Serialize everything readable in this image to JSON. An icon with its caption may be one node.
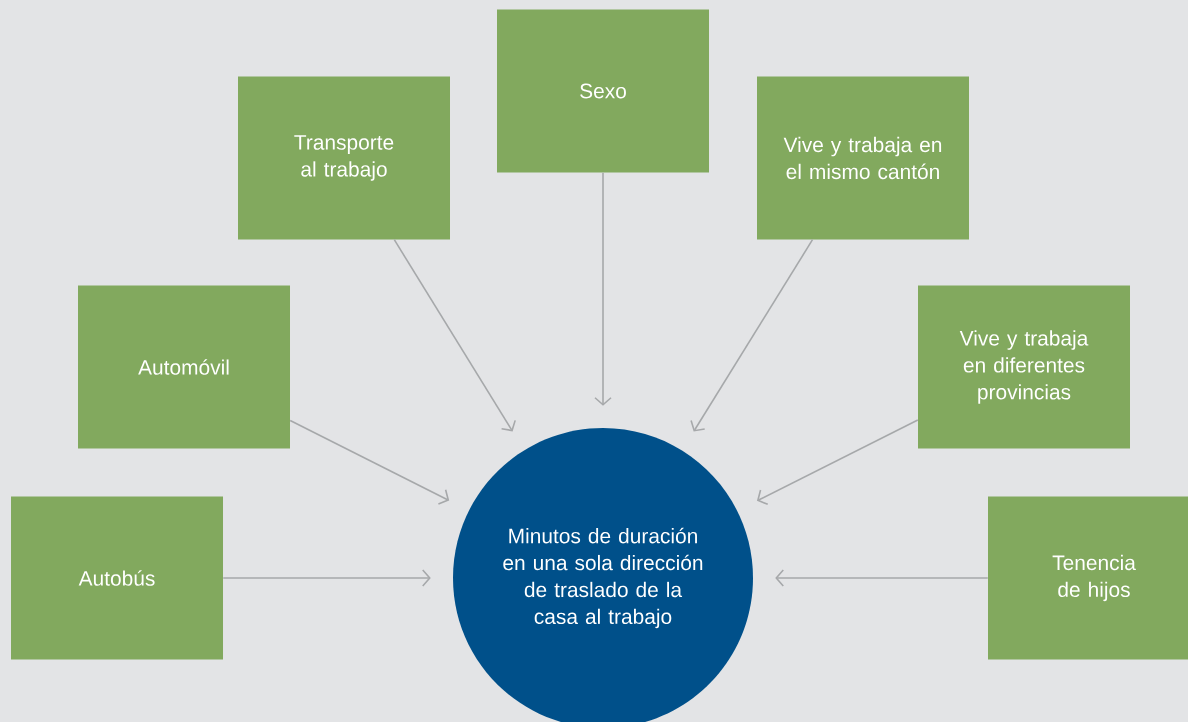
{
  "diagram": {
    "nodes": [
      {
        "text": [
          "Minutos de duración en una sola dirección de traslado de la casa al trabajo"
        ]
      },
      {
        "text": [
          "Sexo"
        ]
      },
      {
        "text": [
          "Transporte al trabajo"
        ]
      },
      {
        "text": [
          "Vive y trabaja en el mismo cantón"
        ]
      },
      {
        "text": [
          "Automóvil"
        ]
      },
      {
        "text": [
          "Vive y trabaja en diferentes provincias"
        ]
      },
      {
        "text": [
          "Autobús"
        ]
      },
      {
        "text": [
          "Tenencia de hijos"
        ]
      }
    ],
    "edges": [
      {
        "from": 1,
        "to": 0,
        "arrow": "to"
      },
      {
        "from": 2,
        "to": 0,
        "arrow": "to"
      },
      {
        "from": 3,
        "to": 0,
        "arrow": "to"
      },
      {
        "from": 4,
        "to": 0,
        "arrow": "to"
      },
      {
        "from": 5,
        "to": 0,
        "arrow": "to"
      },
      {
        "from": 6,
        "to": 0,
        "arrow": "to"
      },
      {
        "from": 7,
        "to": 0,
        "arrow": "to"
      }
    ]
  }
}
